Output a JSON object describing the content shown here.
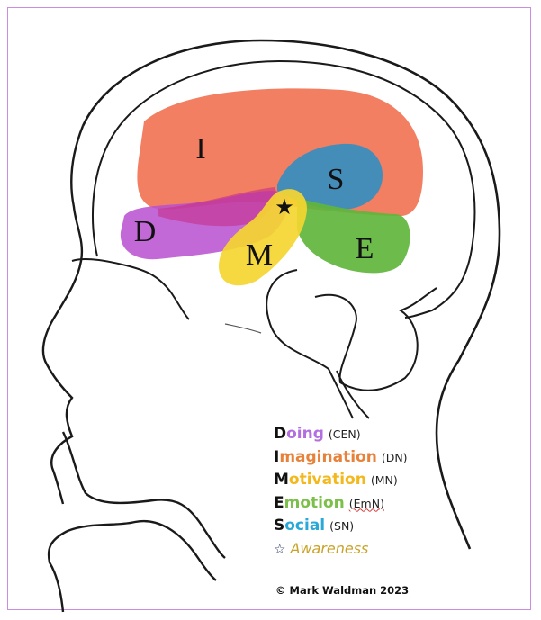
{
  "diagram": {
    "frame_color": "#c98ee0",
    "regions": [
      {
        "letter": "I",
        "name": "Imagination",
        "color": "#f2785a"
      },
      {
        "letter": "S",
        "name": "Social",
        "color": "#3a8ebe"
      },
      {
        "letter": "D",
        "name": "Doing",
        "color": "#b84fd0"
      },
      {
        "letter": "M",
        "name": "Motivation",
        "color": "#f5d630"
      },
      {
        "letter": "E",
        "name": "Emotion",
        "color": "#5fb53c"
      }
    ],
    "center_marker": "★"
  },
  "legend": {
    "items": [
      {
        "initial": "D",
        "rest": "oing",
        "abbr": "(CEN)",
        "color": "#b36ee0"
      },
      {
        "initial": "I",
        "rest": "magination",
        "abbr": "(DN)",
        "color": "#e8823a"
      },
      {
        "initial": "M",
        "rest": "otivation",
        "abbr": "(MN)",
        "color": "#f2b81c"
      },
      {
        "initial": "E",
        "rest": "motion",
        "abbr": "(EmN)",
        "color": "#7cc04a"
      },
      {
        "initial": "S",
        "rest": "ocial",
        "abbr": "(SN)",
        "color": "#2aa8d8"
      }
    ],
    "awareness": {
      "icon": "☆",
      "label": "Awareness",
      "color": "#c9a227"
    }
  },
  "copyright": "© Mark Waldman 2023"
}
